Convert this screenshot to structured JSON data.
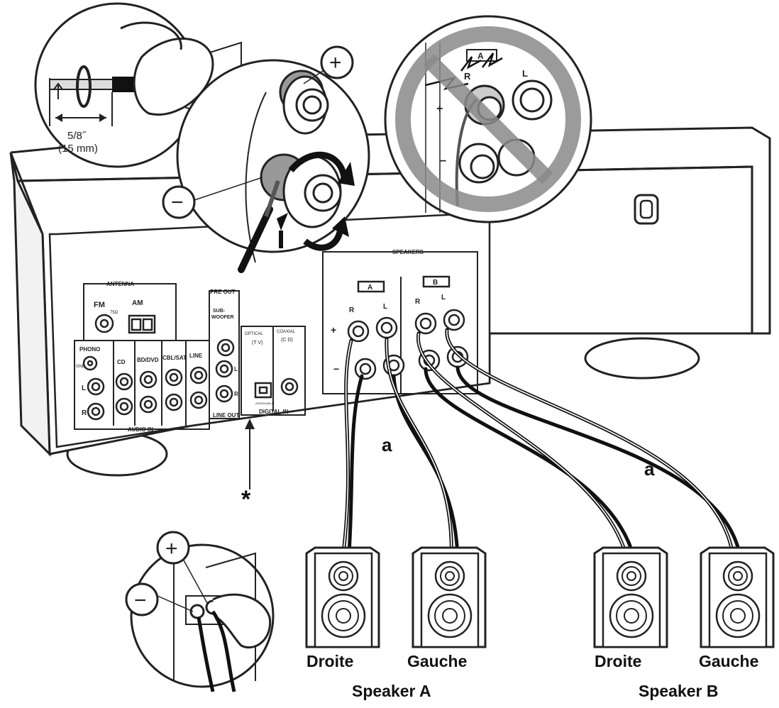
{
  "strip_detail": {
    "measure_in": "5/8˝",
    "measure_mm": "(15 mm)"
  },
  "terminal_detail": {
    "plus_symbol": "+",
    "minus_symbol": "−"
  },
  "wrong_detail": {
    "tag": "A",
    "r": "R",
    "l": "L",
    "plus": "+",
    "minus": "−"
  },
  "rear_panel": {
    "antenna": "ANTENNA",
    "fm": "FM",
    "ohm": "75Ω",
    "am": "AM",
    "phono": "PHONO",
    "gnd": "GND",
    "cd": "CD",
    "bddvd": "BD/DVD",
    "cblsat": "CBL/SAT",
    "line": "LINE",
    "audio_in": "AUDIO IN",
    "l": "L",
    "r": "R",
    "pre_out": "PRE OUT",
    "sub1": "SUB-",
    "sub2": "WOOFER",
    "line_out": "LINE OUT",
    "optical": "OPTICAL",
    "tv": "(T V)",
    "coaxial": "COAXIAL",
    "coax_cd": "(C D)",
    "assignable": "ASSIGNABLE",
    "digital_in": "DIGITAL IN",
    "speakers": "SPEAKERS",
    "spk_a": "A",
    "spk_b": "B",
    "plus": "+",
    "minus": "−"
  },
  "annotations": {
    "cable_a_1": "a",
    "cable_a_2": "a",
    "asterisk": "*"
  },
  "inset_bottom": {
    "plus_symbol": "+",
    "minus_symbol": "−"
  },
  "speakers": [
    {
      "label": "Droite"
    },
    {
      "label": "Gauche"
    },
    {
      "label": "Droite"
    },
    {
      "label": "Gauche"
    }
  ],
  "groups": {
    "speaker_a": "Speaker A",
    "speaker_b": "Speaker B"
  }
}
